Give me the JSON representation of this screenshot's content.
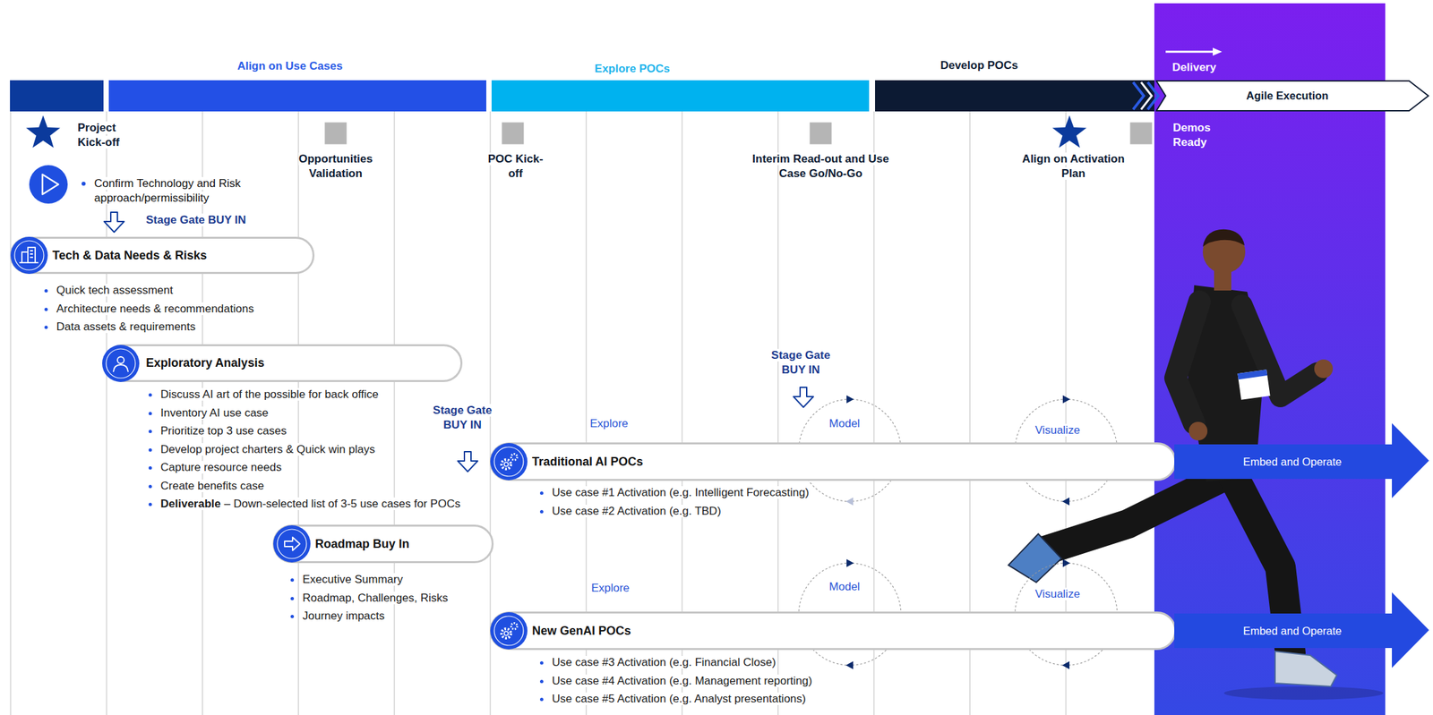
{
  "diagram": {
    "nodes": [
      {
        "text": [
          "Agile Execution"
        ]
      },
      {
        "text": [
          "Tech & Data Needs & Risks",
          "Quick tech assessment",
          "Architecture needs & recommendations",
          "Data assets & requirements"
        ]
      },
      {
        "text": [
          "Exploratory Analysis",
          "Discuss AI art of the possible for back office",
          "Inventory AI use case",
          "Prioritize top 3 use cases",
          "Develop project charters & Quick win plays",
          "Capture resource needs",
          "Create benefits case",
          "Deliverable",
          "– Down-selected list of 3-5 use cases for POCs"
        ]
      },
      {
        "text": [
          "Traditional AI POCs",
          "Use case #1 Activation (e.g. Intelligent Forecasting)",
          "Use case #2 Activation (e.g. TBD)"
        ]
      },
      {
        "text": [
          "Embed and Operate"
        ]
      },
      {
        "text": [
          "Roadmap Buy In",
          "Executive Summary",
          "Roadmap, Challenges, Risks",
          "Journey impacts"
        ]
      },
      {
        "text": [
          "New GenAI POCs",
          "Use case #3 Activation (e.g. Financial Close)",
          "Use case #4 Activation (e.g. Management reporting)",
          "Use case #5 Activation (e.g. Analyst presentations)"
        ]
      },
      {
        "text": [
          "Embed and Operate"
        ]
      }
    ],
    "labels": [
      "Align on Use Cases",
      "Explore POCs",
      "Develop POCs",
      "Delivery",
      "Project Kick-off",
      "Opportunities Validation",
      "POC Kick-off",
      "Interim Read-out and Use Case Go/No-Go",
      "Align on Activation Plan",
      "Demos Ready",
      "Confirm Technology and Risk approach/permissibility",
      "Stage Gate BUY IN",
      "Stage Gate BUY IN",
      "Stage Gate BUY IN",
      "Explore",
      "Model",
      "Visualize",
      "Explore",
      "Model",
      "Visualize"
    ]
  }
}
